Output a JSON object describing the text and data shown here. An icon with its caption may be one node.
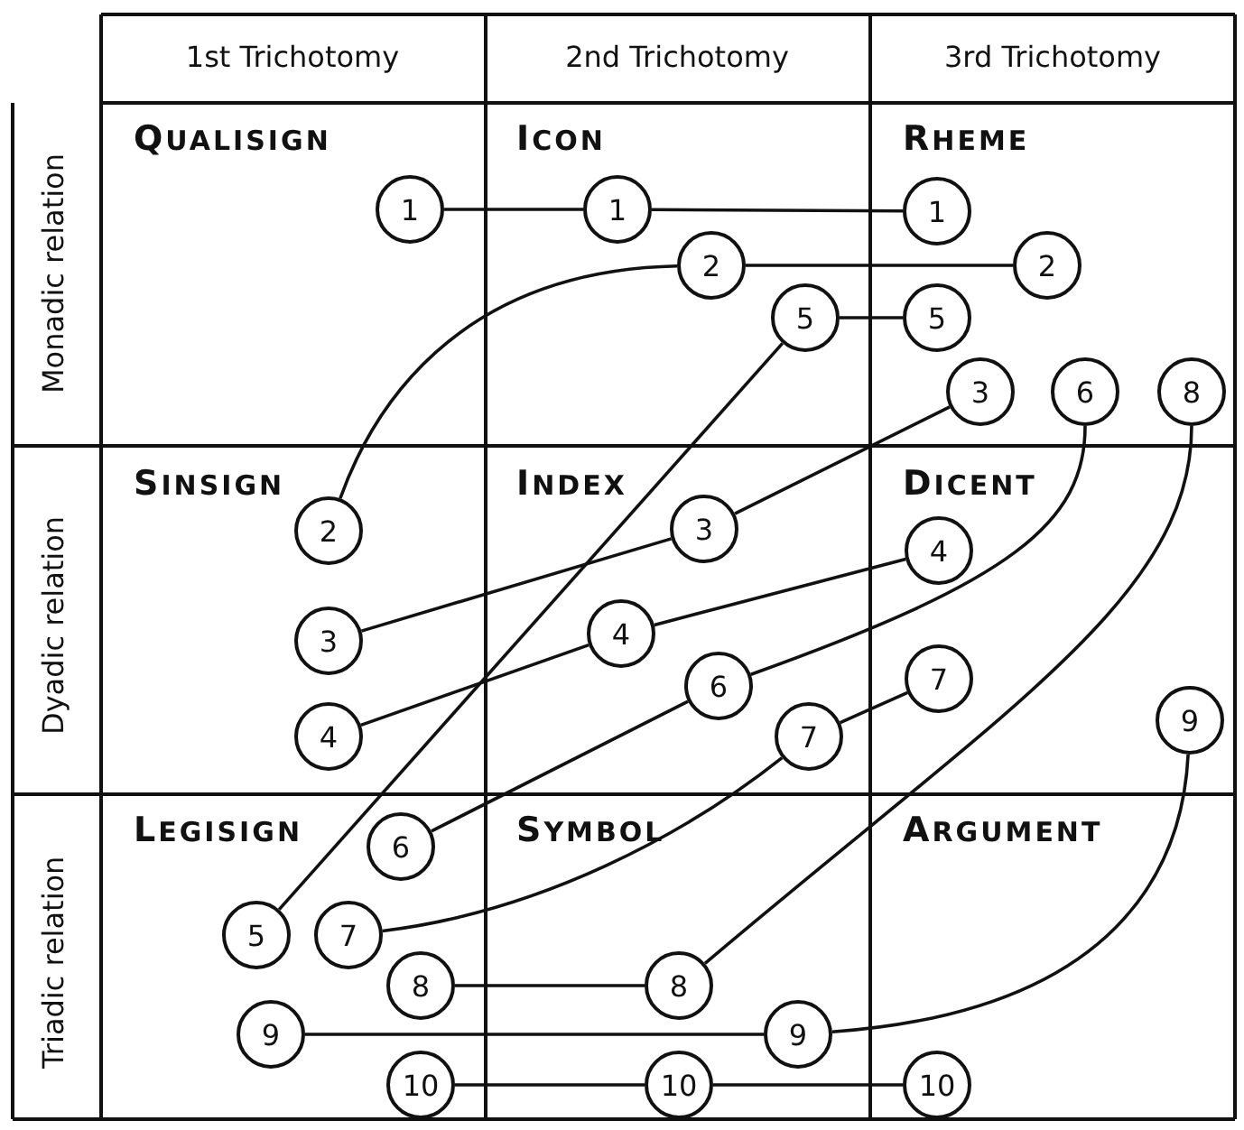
{
  "diagram": {
    "nodes": [
      {
        "text": [
          "1"
        ]
      },
      {
        "text": [
          "1"
        ]
      },
      {
        "text": [
          "1"
        ]
      },
      {
        "text": [
          "2"
        ]
      },
      {
        "text": [
          "2"
        ]
      },
      {
        "text": [
          "5"
        ]
      },
      {
        "text": [
          "5"
        ]
      },
      {
        "text": [
          "3"
        ]
      },
      {
        "text": [
          "6"
        ]
      },
      {
        "text": [
          "8"
        ]
      },
      {
        "text": [
          "2"
        ]
      },
      {
        "text": [
          "3"
        ]
      },
      {
        "text": [
          "4"
        ]
      },
      {
        "text": [
          "3"
        ]
      },
      {
        "text": [
          "4"
        ]
      },
      {
        "text": [
          "6"
        ]
      },
      {
        "text": [
          "7"
        ]
      },
      {
        "text": [
          "9"
        ]
      },
      {
        "text": [
          "4"
        ]
      },
      {
        "text": [
          "7"
        ]
      },
      {
        "text": [
          "6"
        ]
      },
      {
        "text": [
          "5"
        ]
      },
      {
        "text": [
          "7"
        ]
      },
      {
        "text": [
          "8"
        ]
      },
      {
        "text": [
          "8"
        ]
      },
      {
        "text": [
          "9"
        ]
      },
      {
        "text": [
          "9"
        ]
      },
      {
        "text": [
          "10"
        ]
      },
      {
        "text": [
          "10"
        ]
      },
      {
        "text": [
          "10"
        ]
      }
    ],
    "edges": [
      {
        "from": 0,
        "to": 1,
        "arrow": "none"
      },
      {
        "from": 1,
        "to": 2,
        "arrow": "none"
      },
      {
        "from": 10,
        "to": 3,
        "arrow": "none"
      },
      {
        "from": 3,
        "to": 4,
        "arrow": "none"
      },
      {
        "from": 21,
        "to": 5,
        "arrow": "none"
      },
      {
        "from": 5,
        "to": 6,
        "arrow": "none"
      },
      {
        "from": 13,
        "to": 11,
        "arrow": "none"
      },
      {
        "from": 11,
        "to": 7,
        "arrow": "none"
      },
      {
        "from": 18,
        "to": 14,
        "arrow": "none"
      },
      {
        "from": 14,
        "to": 12,
        "arrow": "none"
      },
      {
        "from": 20,
        "to": 15,
        "arrow": "none"
      },
      {
        "from": 15,
        "to": 8,
        "arrow": "none"
      },
      {
        "from": 22,
        "to": 19,
        "arrow": "none"
      },
      {
        "from": 19,
        "to": 16,
        "arrow": "none"
      },
      {
        "from": 23,
        "to": 24,
        "arrow": "none"
      },
      {
        "from": 24,
        "to": 9,
        "arrow": "none"
      },
      {
        "from": 25,
        "to": 26,
        "arrow": "none"
      },
      {
        "from": 26,
        "to": 17,
        "arrow": "none"
      },
      {
        "from": 27,
        "to": 28,
        "arrow": "none"
      },
      {
        "from": 28,
        "to": 29,
        "arrow": "none"
      }
    ],
    "labels": [
      "1st Trichotomy",
      "2nd Trichotomy",
      "3rd Trichotomy",
      "Monadic relation",
      "QUALISIGN",
      "ICON",
      "RHEME",
      "Dyadic relation",
      "SINSIGN",
      "INDEX",
      "DICENT",
      "Triadic relation",
      "LEGISIGN",
      "SYMBOL",
      "ARGUMENT"
    ]
  }
}
